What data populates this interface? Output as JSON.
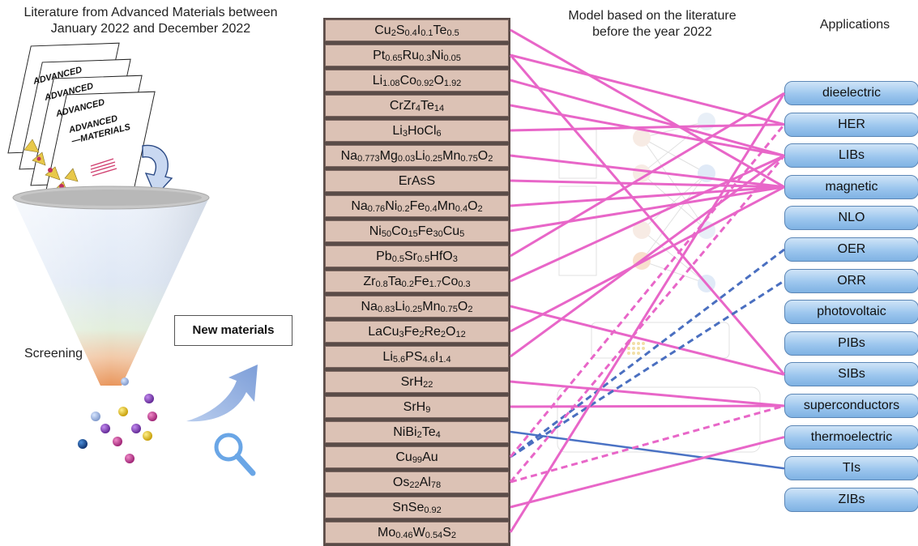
{
  "titles": {
    "literature": "Literature from Advanced Materials between January 2022 and December 2022",
    "literature_line1": "Literature from Advanced Materials between",
    "literature_line2": "January 2022 and December 2022",
    "model_line1": "Model based on the literature",
    "model_line2": "before the year 2022",
    "applications": "Applications"
  },
  "funnel": {
    "screening_label": "Screening"
  },
  "journal_pages": [
    "ADVANCED",
    "ADVANCED",
    "ADVANCED",
    "ADVANCED\n—MATERIALS"
  ],
  "new_materials_label": "New materials",
  "materials": [
    [
      [
        "Cu",
        ""
      ],
      [
        "2",
        "s"
      ],
      [
        "S",
        ""
      ],
      [
        "0.4",
        "s"
      ],
      [
        "I",
        ""
      ],
      [
        "0.1",
        "s"
      ],
      [
        "Te",
        ""
      ],
      [
        "0.5",
        "s"
      ]
    ],
    [
      [
        "Pt",
        ""
      ],
      [
        "0.65",
        "s"
      ],
      [
        "Ru",
        ""
      ],
      [
        "0.3",
        "s"
      ],
      [
        "Ni",
        ""
      ],
      [
        "0.05",
        "s"
      ]
    ],
    [
      [
        "Li",
        ""
      ],
      [
        "1.08",
        "s"
      ],
      [
        "Co",
        ""
      ],
      [
        "0.92",
        "s"
      ],
      [
        "O",
        ""
      ],
      [
        "1.92",
        "s"
      ]
    ],
    [
      [
        "CrZr",
        ""
      ],
      [
        "4",
        "s"
      ],
      [
        "Te",
        ""
      ],
      [
        "14",
        "s"
      ]
    ],
    [
      [
        "Li",
        ""
      ],
      [
        "3",
        "s"
      ],
      [
        "HoCl",
        ""
      ],
      [
        "6",
        "s"
      ]
    ],
    [
      [
        "Na",
        ""
      ],
      [
        "0.773",
        "s"
      ],
      [
        "Mg",
        ""
      ],
      [
        "0.03",
        "s"
      ],
      [
        "Li",
        ""
      ],
      [
        "0.25",
        "s"
      ],
      [
        "Mn",
        ""
      ],
      [
        "0.75",
        "s"
      ],
      [
        "O",
        ""
      ],
      [
        "2",
        "s"
      ]
    ],
    [
      [
        "ErAsS",
        ""
      ]
    ],
    [
      [
        "Na",
        ""
      ],
      [
        "0.76",
        "s"
      ],
      [
        "Ni",
        ""
      ],
      [
        "0.2",
        "s"
      ],
      [
        "Fe",
        ""
      ],
      [
        "0.4",
        "s"
      ],
      [
        "Mn",
        ""
      ],
      [
        "0.4",
        "s"
      ],
      [
        "O",
        ""
      ],
      [
        "2",
        "s"
      ]
    ],
    [
      [
        "Ni",
        ""
      ],
      [
        "50",
        "s"
      ],
      [
        "Co",
        ""
      ],
      [
        "15",
        "s"
      ],
      [
        "Fe",
        ""
      ],
      [
        "30",
        "s"
      ],
      [
        "Cu",
        ""
      ],
      [
        "5",
        "s"
      ]
    ],
    [
      [
        "Pb",
        ""
      ],
      [
        "0.5",
        "s"
      ],
      [
        "Sr",
        ""
      ],
      [
        "0.5",
        "s"
      ],
      [
        "HfO",
        ""
      ],
      [
        "3",
        "s"
      ]
    ],
    [
      [
        "Zr",
        ""
      ],
      [
        "0.8",
        "s"
      ],
      [
        "Ta",
        ""
      ],
      [
        "0.2",
        "s"
      ],
      [
        "Fe",
        ""
      ],
      [
        "1.7",
        "s"
      ],
      [
        "Co",
        ""
      ],
      [
        "0.3",
        "s"
      ]
    ],
    [
      [
        "Na",
        ""
      ],
      [
        "0.83",
        "s"
      ],
      [
        "Li",
        ""
      ],
      [
        "0.25",
        "s"
      ],
      [
        "Mn",
        ""
      ],
      [
        "0.75",
        "s"
      ],
      [
        "O",
        ""
      ],
      [
        "2",
        "s"
      ]
    ],
    [
      [
        "LaCu",
        ""
      ],
      [
        "3",
        "s"
      ],
      [
        "Fe",
        ""
      ],
      [
        "2",
        "s"
      ],
      [
        "Re",
        ""
      ],
      [
        "2",
        "s"
      ],
      [
        "O",
        ""
      ],
      [
        "12",
        "s"
      ]
    ],
    [
      [
        "Li",
        ""
      ],
      [
        "5.6",
        "s"
      ],
      [
        "PS",
        ""
      ],
      [
        "4.6",
        "s"
      ],
      [
        "I",
        ""
      ],
      [
        "1.4",
        "s"
      ]
    ],
    [
      [
        "SrH",
        ""
      ],
      [
        "22",
        "s"
      ]
    ],
    [
      [
        "SrH",
        ""
      ],
      [
        "9",
        "s"
      ]
    ],
    [
      [
        "NiBi",
        ""
      ],
      [
        "2",
        "s"
      ],
      [
        "Te",
        ""
      ],
      [
        "4",
        "s"
      ]
    ],
    [
      [
        "Cu",
        ""
      ],
      [
        "99",
        "s"
      ],
      [
        "Au",
        ""
      ]
    ],
    [
      [
        "Os",
        ""
      ],
      [
        "22",
        "s"
      ],
      [
        "Al",
        ""
      ],
      [
        "78",
        "s"
      ]
    ],
    [
      [
        "SnSe",
        ""
      ],
      [
        "0.92",
        "s"
      ]
    ],
    [
      [
        "Mo",
        ""
      ],
      [
        "0.46",
        "s"
      ],
      [
        "W",
        ""
      ],
      [
        "0.54",
        "s"
      ],
      [
        "S",
        ""
      ],
      [
        "2",
        "s"
      ]
    ]
  ],
  "applications": [
    "dieelectric",
    "HER",
    "LIBs",
    "magnetic",
    "NLO",
    "OER",
    "ORR",
    "photovoltaic",
    "PIBs",
    "SIBs",
    "superconductors",
    "thermoelectric",
    "TIs",
    "ZIBs"
  ],
  "colors": {
    "pink": "#e866c8",
    "blue_dash": "#4a6fc0",
    "blue_solid": "#4a72c4",
    "material_fill": "#dcc2b5",
    "app_fill": "#9cc6ee"
  },
  "links": [
    {
      "from": 0,
      "to": 3,
      "style": "pink"
    },
    {
      "from": 1,
      "to": 1,
      "style": "pink"
    },
    {
      "from": 1,
      "to": 9,
      "style": "pink"
    },
    {
      "from": 2,
      "to": 2,
      "style": "pink"
    },
    {
      "from": 3,
      "to": 2,
      "style": "pink"
    },
    {
      "from": 4,
      "to": 1,
      "style": "pink"
    },
    {
      "from": 5,
      "to": 3,
      "style": "pink"
    },
    {
      "from": 6,
      "to": 3,
      "style": "pink"
    },
    {
      "from": 7,
      "to": 3,
      "style": "pink"
    },
    {
      "from": 8,
      "to": 3,
      "style": "pink"
    },
    {
      "from": 9,
      "to": 0,
      "style": "pink"
    },
    {
      "from": 10,
      "to": 2,
      "style": "pink"
    },
    {
      "from": 11,
      "to": 9,
      "style": "pink"
    },
    {
      "from": 12,
      "to": 3,
      "style": "pink"
    },
    {
      "from": 13,
      "to": 2,
      "style": "pink"
    },
    {
      "from": 14,
      "to": 10,
      "style": "pink"
    },
    {
      "from": 15,
      "to": 10,
      "style": "pink"
    },
    {
      "from": 16,
      "to": 12,
      "style": "blue_solid"
    },
    {
      "from": 17,
      "to": 5,
      "style": "blue_dash"
    },
    {
      "from": 17,
      "to": 6,
      "style": "blue_dash"
    },
    {
      "from": 17,
      "to": 1,
      "style": "pink_dash"
    },
    {
      "from": 18,
      "to": 2,
      "style": "pink_dash"
    },
    {
      "from": 18,
      "to": 10,
      "style": "pink_dash"
    },
    {
      "from": 19,
      "to": 11,
      "style": "pink"
    },
    {
      "from": 20,
      "to": 0,
      "style": "pink"
    }
  ]
}
